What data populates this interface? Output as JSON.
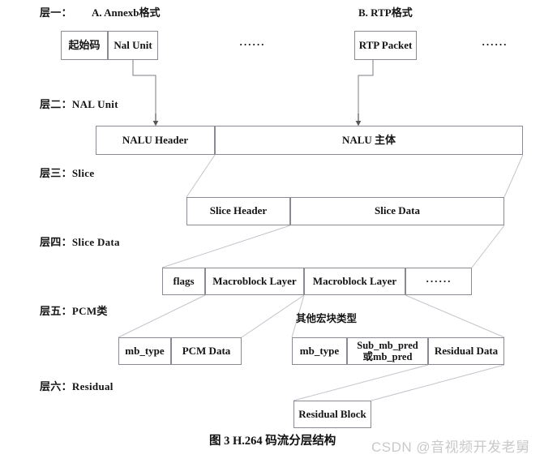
{
  "figure": {
    "caption": "图 3 H.264 码流分层结构",
    "watermark": "CSDN @音视频开发老舅",
    "colors": {
      "box_border": "#8a8a92",
      "connector": "#c3c3cc",
      "arrow": "#555555",
      "text": "#141414",
      "watermark": "#c9c9c9",
      "background": "#ffffff"
    }
  },
  "section_titles": {
    "annexb": "A. Annexb格式",
    "rtp": "B. RTP格式"
  },
  "layer_labels": {
    "layer1": "层一：",
    "layer2": "层二：NAL Unit",
    "layer3": "层三：Slice",
    "layer4": "层四：Slice Data",
    "layer5": "层五：PCM类",
    "layer6": "层六：Residual"
  },
  "notes": {
    "other_macroblock_types": "其他宏块类型"
  },
  "ellipses": {
    "annexb_more": "······",
    "rtp_more": "······",
    "macroblock_more": "······"
  },
  "boxes": {
    "layer1": [
      {
        "label": "起始码"
      },
      {
        "label": "Nal Unit"
      },
      {
        "label": "RTP Packet"
      }
    ],
    "layer2": [
      {
        "label": "NALU Header"
      },
      {
        "label": "NALU 主体"
      }
    ],
    "layer3": [
      {
        "label": "Slice Header"
      },
      {
        "label": "Slice Data"
      }
    ],
    "layer4": [
      {
        "label": "flags"
      },
      {
        "label": "Macroblock Layer"
      },
      {
        "label": "Macroblock Layer"
      },
      {
        "label": "······"
      }
    ],
    "layer5_pcm": [
      {
        "label": "mb_type"
      },
      {
        "label": "PCM Data"
      }
    ],
    "layer5_other": [
      {
        "label": "mb_type"
      },
      {
        "label_line1": "Sub_mb_pred",
        "label_line2": "或mb_pred"
      },
      {
        "label": "Residual Data"
      }
    ],
    "layer6": [
      {
        "label": "Residual Block"
      }
    ]
  }
}
